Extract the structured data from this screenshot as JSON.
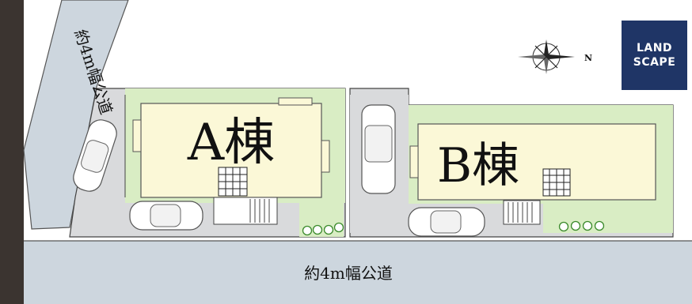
{
  "roads": {
    "left_label": "約4m幅公道",
    "bottom_label": "約4m幅公道"
  },
  "buildings": {
    "a": {
      "label": "A棟"
    },
    "b": {
      "label": "B棟"
    }
  },
  "compass": {
    "north_label": "N"
  },
  "brand": {
    "line1": "LAND",
    "line2": "SCAPE"
  },
  "colors": {
    "road": "#cdd6de",
    "lot_paving": "#d9dadc",
    "garden": "#d9edc4",
    "building": "#fbf8d7",
    "brand_bg": "#1f3566"
  }
}
